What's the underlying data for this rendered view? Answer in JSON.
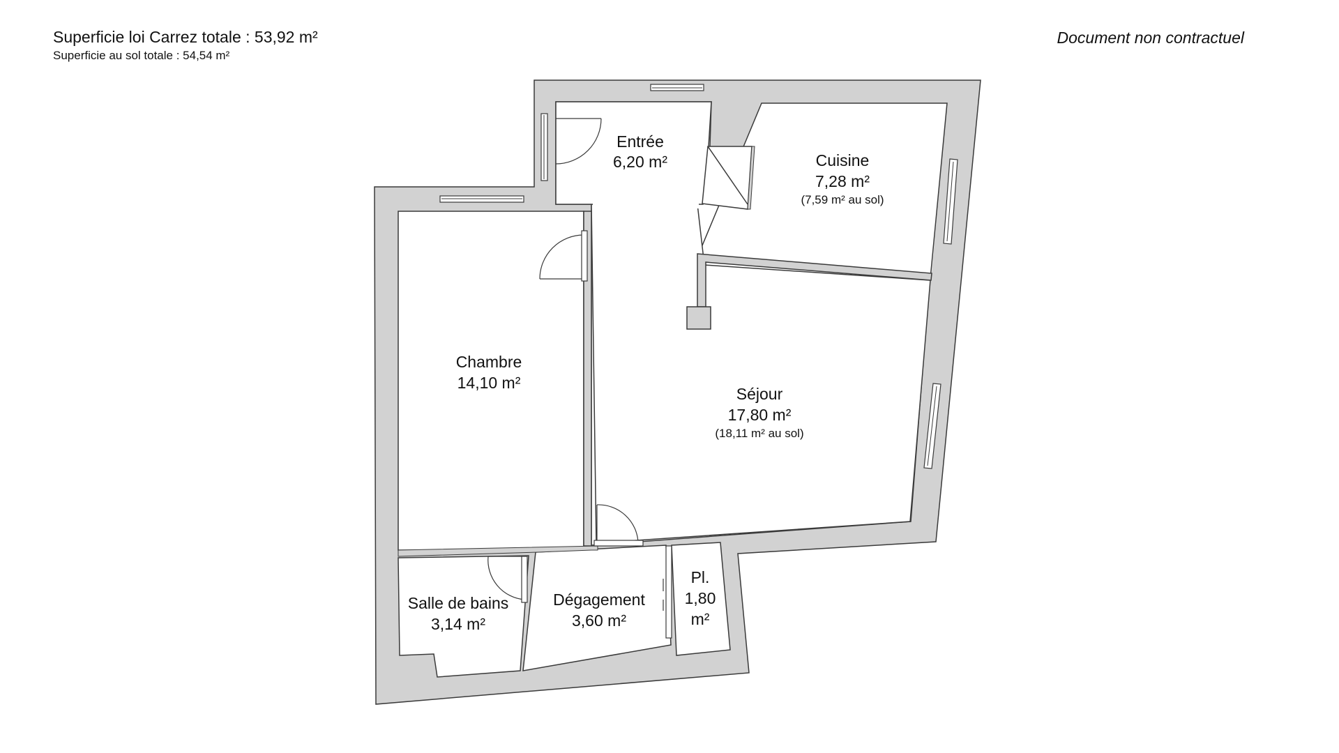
{
  "header": {
    "carrez_total": "Superficie loi Carrez totale : 53,92 m²",
    "sol_total": "Superficie au sol totale : 54,54 m²",
    "disclaimer": "Document non contractuel"
  },
  "rooms": {
    "entree": {
      "name": "Entrée",
      "area": "6,20 m²"
    },
    "cuisine": {
      "name": "Cuisine",
      "area": "7,28 m²",
      "floor_area": "(7,59 m² au sol)"
    },
    "chambre": {
      "name": "Chambre",
      "area": "14,10 m²"
    },
    "sejour": {
      "name": "Séjour",
      "area": "17,80 m²",
      "floor_area": "(18,11 m² au sol)"
    },
    "sdb": {
      "name": "Salle de bains",
      "area": "3,14 m²"
    },
    "degagement": {
      "name": "Dégagement",
      "area": "3,60 m²"
    },
    "placard": {
      "name": "Pl.",
      "area_value": "1,80",
      "area_unit": "m²"
    }
  },
  "colors": {
    "wall": "#d2d2d2",
    "outline": "#3a3a3a",
    "floor": "#ffffff",
    "text": "#111111"
  }
}
